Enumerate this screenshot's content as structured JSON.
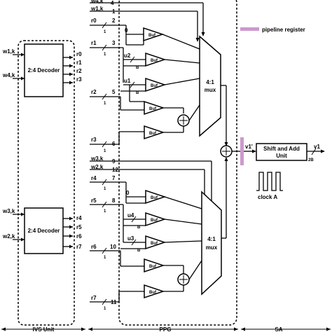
{
  "legend": {
    "label": "pipeline register",
    "color": "#cc99cc"
  },
  "decoders": {
    "top": "2:4 Decoder",
    "bottom": "2:4 Decoder"
  },
  "buf_label": "Buf",
  "mux_label": {
    "line1": "4:1",
    "line2": "mux"
  },
  "shift_add": {
    "line1": "Shift and Add",
    "line2": "Unit"
  },
  "clock_label": "clock A",
  "units": {
    "ivs": "IVS Unit",
    "ppg": "PPG",
    "sa": "SA"
  },
  "signals": {
    "w1k": "w1,k",
    "w4k": "w4,k",
    "w3k": "w3,k",
    "w2k": "w2,k",
    "r0": "r0",
    "r1": "r1",
    "r2": "r2",
    "r3": "r3",
    "r4": "r4",
    "r5": "r5",
    "r6": "r6",
    "r7": "r7",
    "zero": "0",
    "u1": "u1",
    "u2": "u2",
    "u3": "u3",
    "u4": "u4",
    "B": "B",
    "one": "1",
    "v1p": "v1'",
    "v1": "v1",
    "twoB": "2B"
  },
  "bus_numbers": [
    "4",
    "1",
    "2",
    "3",
    "5",
    "6",
    "9",
    "12",
    "7",
    "8",
    "10",
    "11"
  ]
}
